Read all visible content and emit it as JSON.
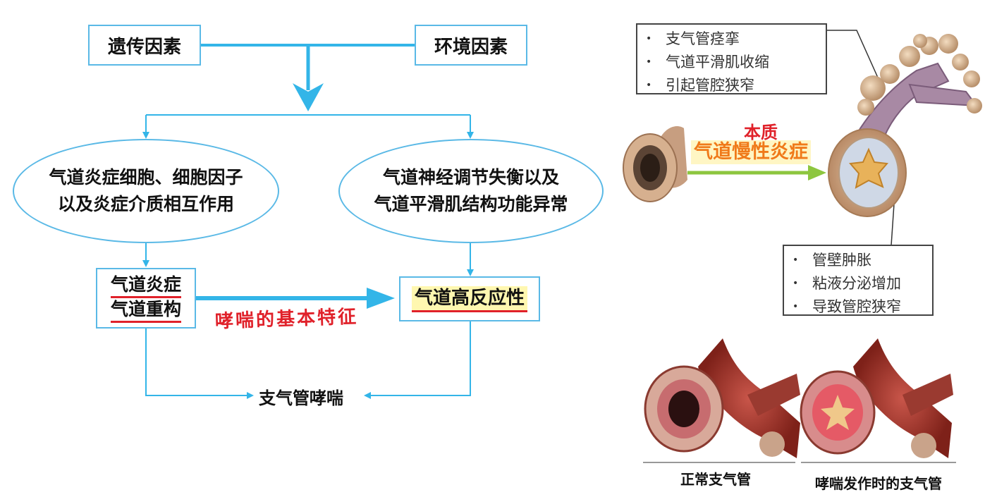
{
  "flow": {
    "genetic": "遗传因素",
    "environment": "环境因素",
    "oval_left": [
      "气道炎症细胞、细胞因子",
      "以及炎症介质相互作用"
    ],
    "oval_right": [
      "气道神经调节失衡以及",
      "气道平滑肌结构功能异常"
    ],
    "inflammation": "气道炎症",
    "remodeling": "气道重构",
    "hyperresponsiveness": "气道高反应性",
    "asthma": "支气管哮喘",
    "handwritten_note": "哮喘的基本特征"
  },
  "illustration": {
    "top_note": [
      "支气管痉挛",
      "气道平滑肌收缩",
      "引起管腔狭窄"
    ],
    "handwritten_label": "本质",
    "arrow_label": "气道慢性炎症",
    "bottom_note": [
      "管壁肿胀",
      "粘液分泌增加",
      "导致管腔狭窄"
    ],
    "caption_normal": "正常支气管",
    "caption_asthma": "哮喘发作时的支气管"
  },
  "colors": {
    "flow_line": "#33b5e8",
    "underline_red": "#e0212a",
    "highlight_yellow": "#fff7b0",
    "arrow_green": "#8dc63f",
    "arrow_text": "#f07a1a"
  }
}
